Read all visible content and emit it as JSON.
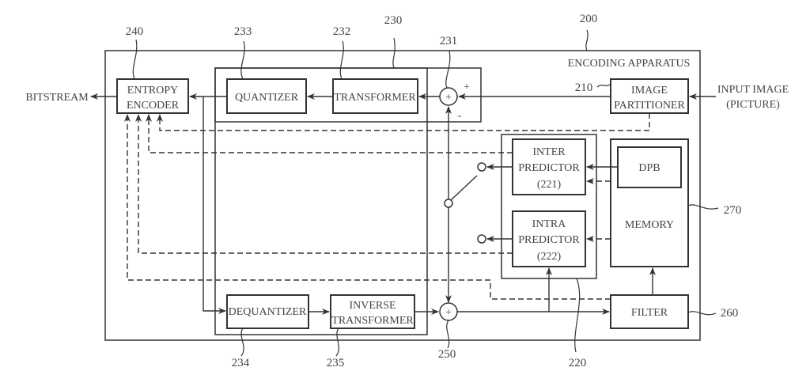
{
  "figure": {
    "apparatus_label": "ENCODING APPARATUS",
    "input_label_line1": "INPUT IMAGE",
    "input_label_line2": "(PICTURE)",
    "output_label": "BITSTREAM",
    "blocks": {
      "entropy_encoder": {
        "line1": "ENTROPY",
        "line2": "ENCODER",
        "ref": "240"
      },
      "quantizer": {
        "line1": "QUANTIZER",
        "ref": "233"
      },
      "transformer": {
        "line1": "TRANSFORMER",
        "ref": "232"
      },
      "image_partitioner": {
        "line1": "IMAGE",
        "line2": "PARTITIONER",
        "ref": "210"
      },
      "inter_predictor": {
        "line1": "INTER",
        "line2": "PREDICTOR",
        "line3": "(221)"
      },
      "intra_predictor": {
        "line1": "INTRA",
        "line2": "PREDICTOR",
        "line3": "(222)"
      },
      "dpb": {
        "line1": "DPB"
      },
      "memory": {
        "line1": "MEMORY",
        "ref": "270"
      },
      "dequantizer": {
        "line1": "DEQUANTIZER",
        "ref": "234"
      },
      "inverse_transformer": {
        "line1": "INVERSE",
        "line2": "TRANSFORMER",
        "ref": "235"
      },
      "filter": {
        "line1": "FILTER",
        "ref": "260"
      }
    },
    "refs": {
      "apparatus": "200",
      "residual_group": "230",
      "subtractor": "231",
      "adder": "250",
      "predictor_group": "220"
    },
    "symbols": {
      "plus": "+",
      "minus": "-"
    }
  }
}
